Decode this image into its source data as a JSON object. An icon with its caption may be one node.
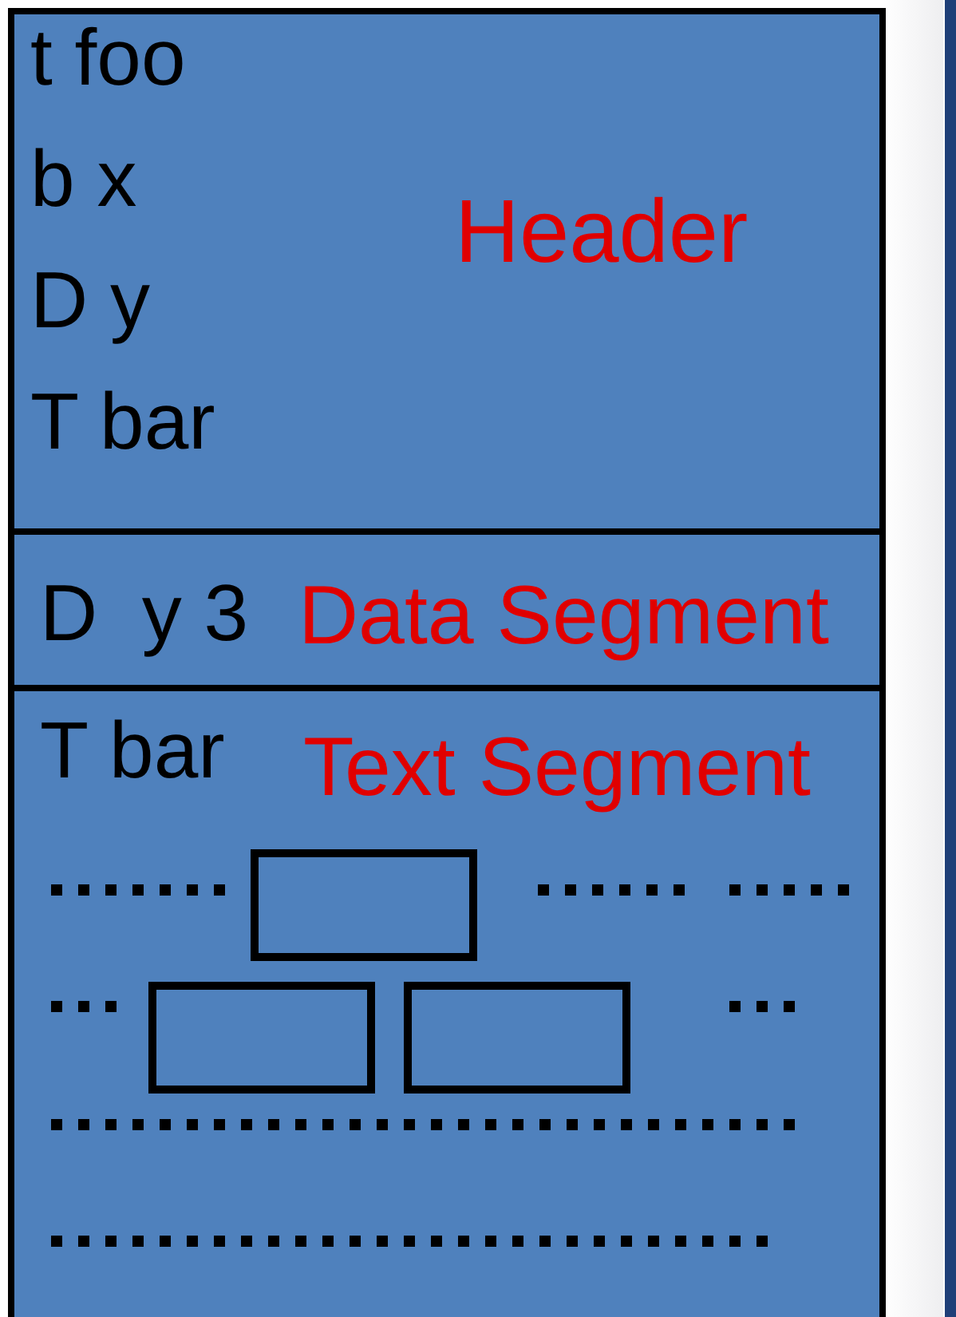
{
  "diagram": {
    "nodes": [
      {
        "text": [
          "t foo",
          "b x",
          "D y",
          "T bar",
          "Header"
        ]
      },
      {
        "text": [
          "D  y 3",
          "Data Segment"
        ]
      },
      {
        "text": [
          "T bar",
          "Text Segment"
        ]
      },
      {
        "text": [],
        "shape": "box",
        "in": 2
      },
      {
        "text": [],
        "shape": "box",
        "in": 2
      },
      {
        "text": [],
        "shape": "box",
        "in": 2
      }
    ]
  }
}
